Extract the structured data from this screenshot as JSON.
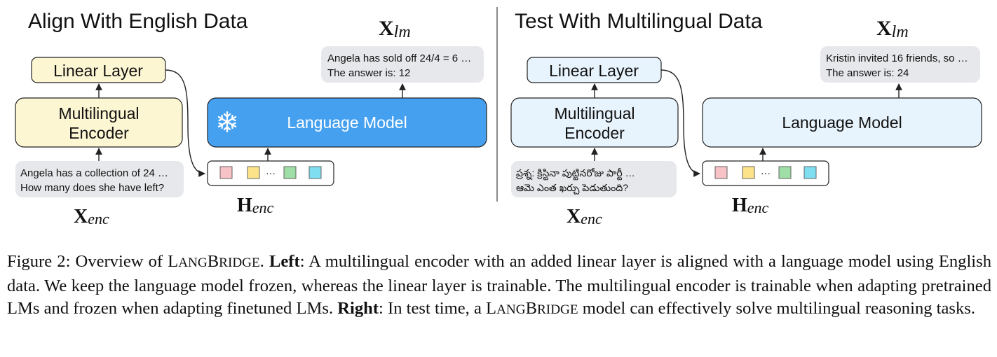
{
  "left_panel": {
    "title": "Align With English Data",
    "linear_layer": "Linear Layer",
    "encoder_line1": "Multilingual",
    "encoder_line2": "Encoder",
    "language_model": "Language Model",
    "frozen_icon": "snowflake-icon",
    "input_line1": "Angela has a collection of 24 …",
    "input_line2": "How many does she have left?",
    "output_line1": "Angela has sold off 24/4 = 6 …",
    "output_line2": "The answer is: 12",
    "x_enc_main": "X",
    "x_enc_sub": "enc",
    "h_enc_main": "H",
    "h_enc_sub": "enc",
    "x_lm_main": "X",
    "x_lm_sub": "lm"
  },
  "right_panel": {
    "title": "Test With Multilingual Data",
    "linear_layer": "Linear Layer",
    "encoder_line1": "Multilingual",
    "encoder_line2": "Encoder",
    "language_model": "Language Model",
    "input_line1": "ప్రశ్న: క్రిస్టినా పుట్టినరోజు పార్టీ …",
    "input_line2": "ఆమె ఎంత ఖర్చు పెడుతుంది?",
    "output_line1": "Kristin invited 16 friends, so …",
    "output_line2": "The answer is: 24",
    "x_enc_main": "X",
    "x_enc_sub": "enc",
    "h_enc_main": "H",
    "h_enc_sub": "enc",
    "x_lm_main": "X",
    "x_lm_sub": "lm"
  },
  "token_ellipsis": "···",
  "colors": {
    "left_box_fill": "#fdf6d3",
    "right_box_fill": "#e8f4fd",
    "lm_frozen_fill": "#46a0f0",
    "bubble_fill": "#e6e8eb",
    "token_red": "#f7c3c6",
    "token_yellow": "#fce38a",
    "token_green": "#9fdea6",
    "token_cyan": "#7fdff0"
  },
  "caption": {
    "fig_label": "Figure 2: Overview of ",
    "brand_1a": "L",
    "brand_1b": "ANG",
    "brand_2a": "B",
    "brand_2b": "RIDGE",
    "after_brand": ". ",
    "left_label": "Left",
    "left_text": ": A multilingual encoder with an added linear layer is aligned with a language model using English data. We keep the language model frozen, whereas the linear layer is trainable. The multilingual encoder is trainable when adapting pretrained LMs and frozen when adapting finetuned LMs. ",
    "right_label": "Right",
    "right_text_a": ": In test time, a ",
    "right_text_b": " model can effectively solve multilingual reasoning tasks."
  }
}
